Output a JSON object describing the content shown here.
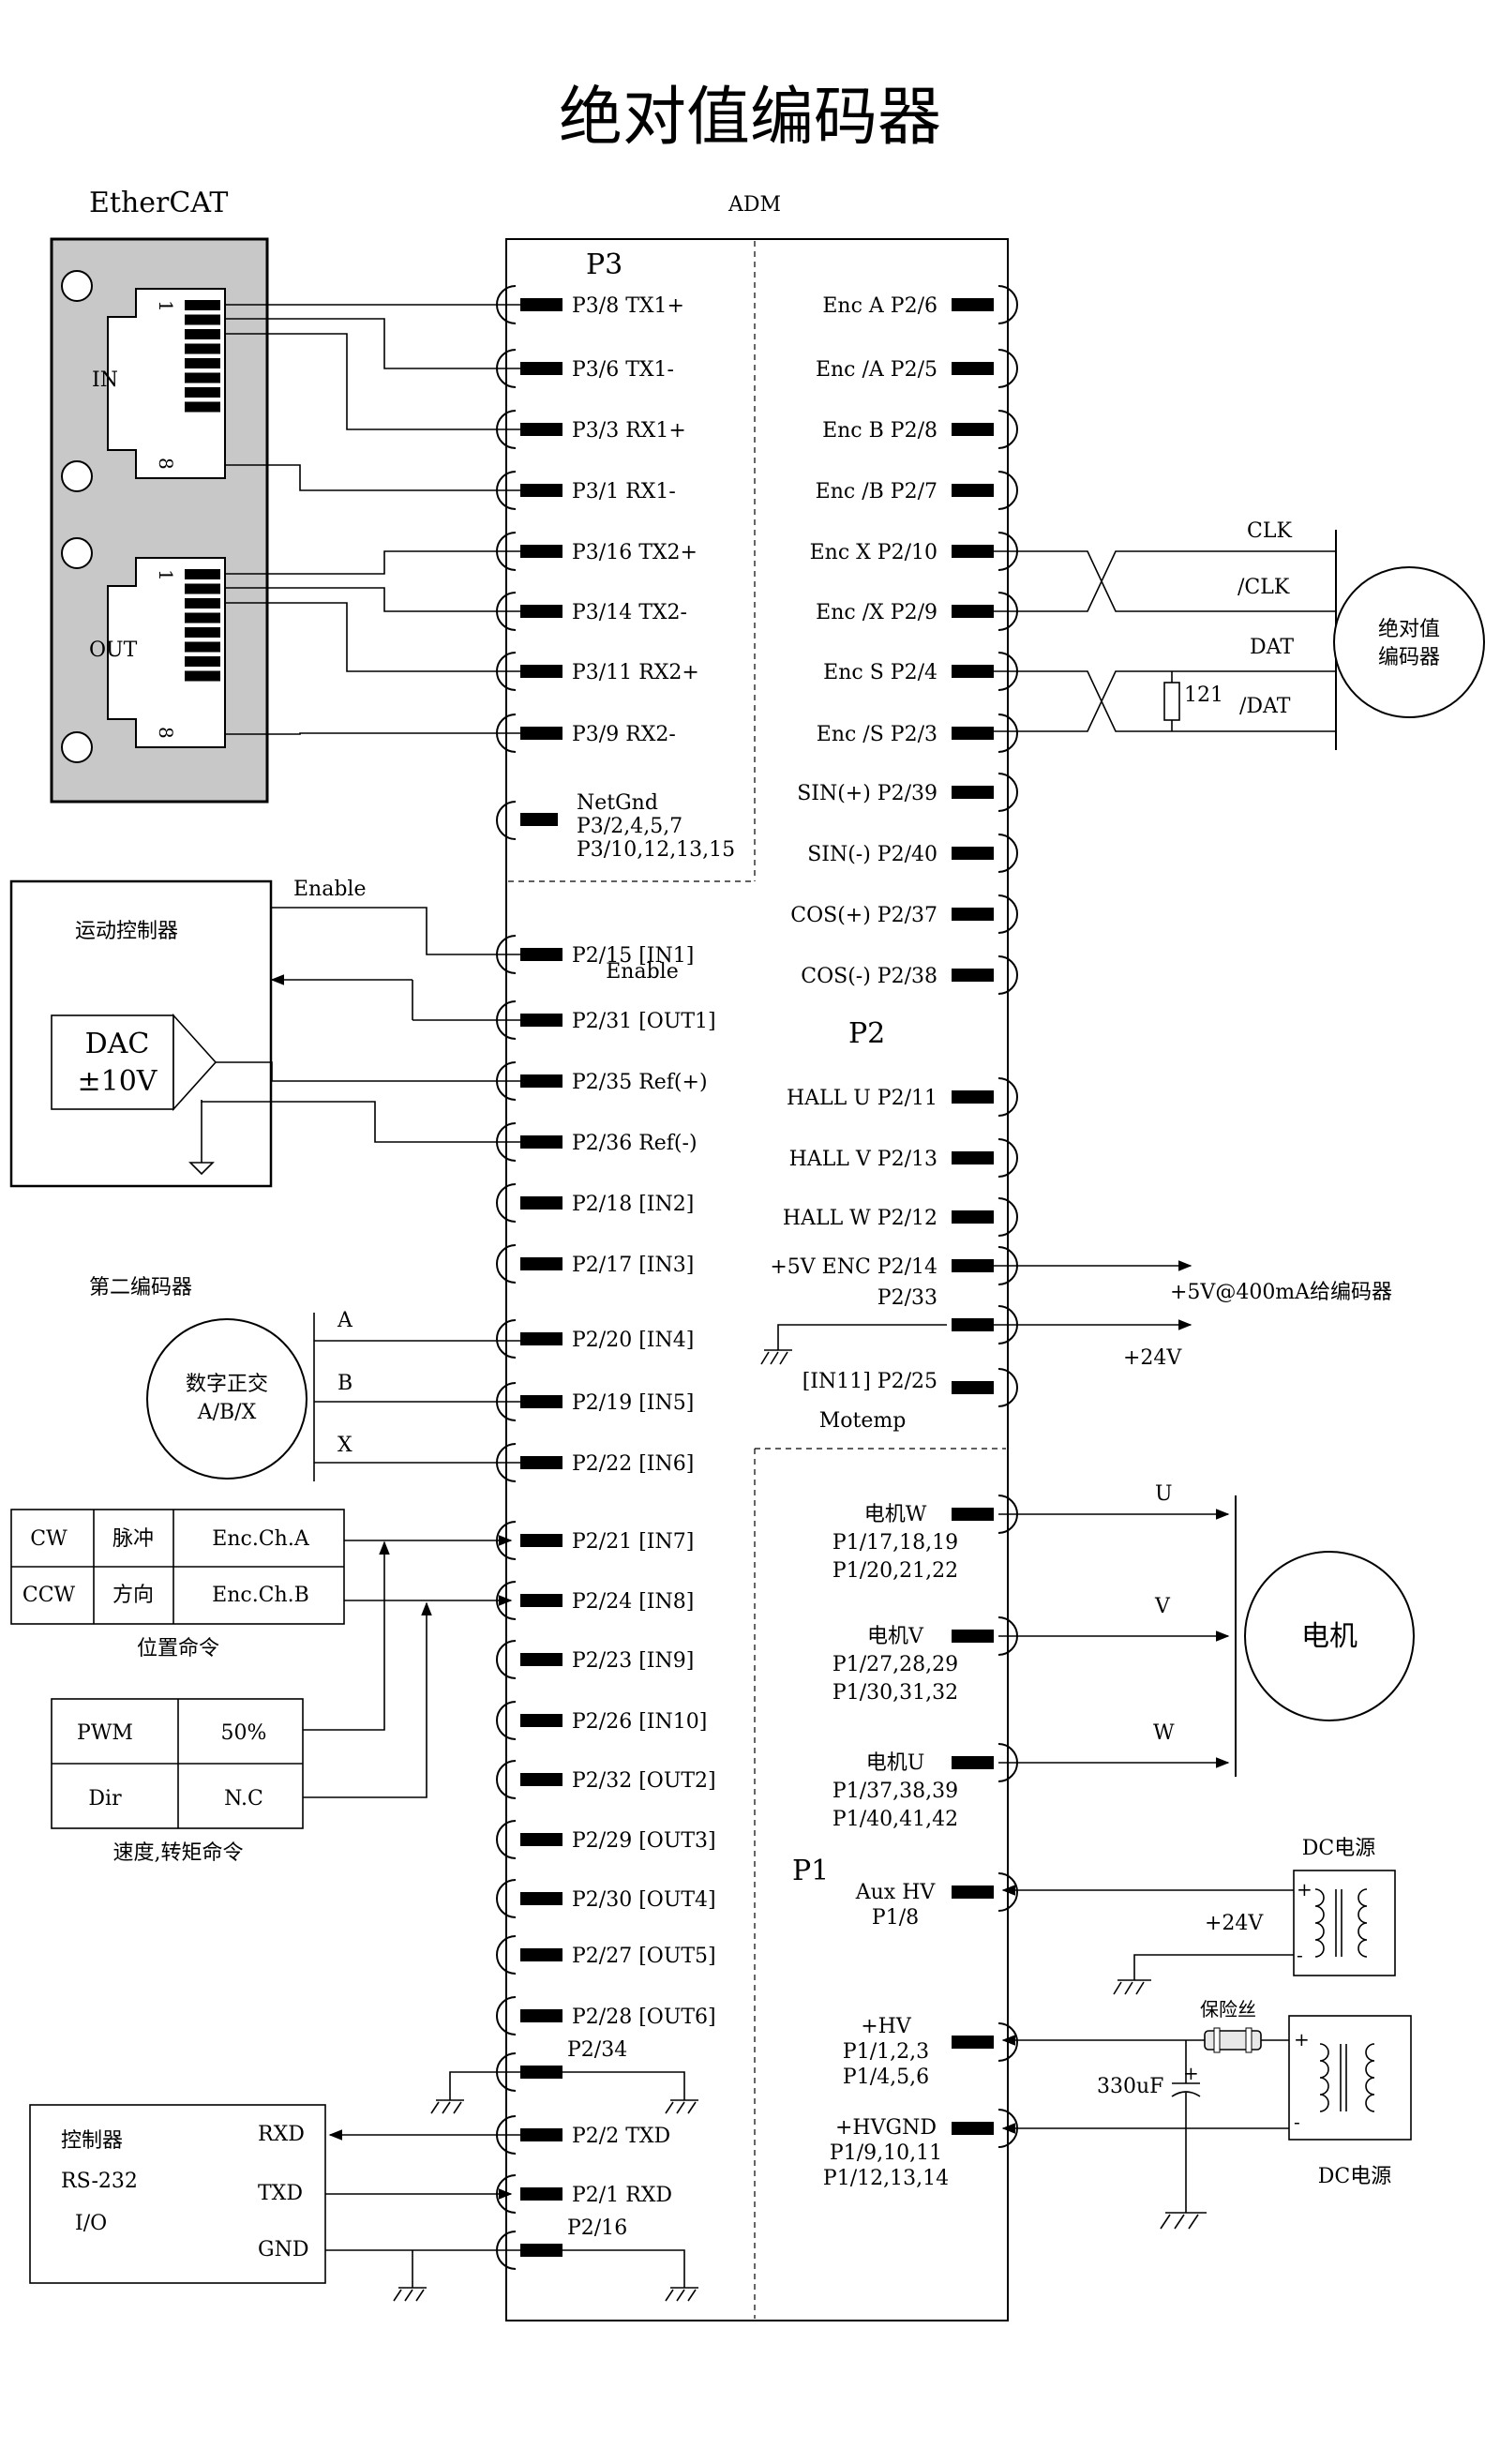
{
  "title": "绝对值编码器",
  "ethercat": {
    "label": "EtherCAT",
    "in_label": "IN",
    "out_label": "OUT",
    "pin_first": "1",
    "pin_last": "8"
  },
  "adm_label": "ADM",
  "sections": {
    "p3": "P3",
    "p2": "P2",
    "p1": "P1"
  },
  "left_pins": [
    "P3/8 TX1+",
    "P3/6 TX1-",
    "P3/3 RX1+",
    "P3/1 RX1-",
    "P3/16 TX2+",
    "P3/14 TX2-",
    "P3/11 RX2+",
    "P3/9 RX2-",
    "P2/15 [IN1]",
    "P2/31 [OUT1]",
    "P2/35 Ref(+)",
    "P2/36 Ref(-)",
    "P2/18 [IN2]",
    "P2/17 [IN3]",
    "P2/20 [IN4]",
    "P2/19 [IN5]",
    "P2/22 [IN6]",
    "P2/21 [IN7]",
    "P2/24 [IN8]",
    "P2/23 [IN9]",
    "P2/26 [IN10]",
    "P2/32 [OUT2]",
    "P2/29 [OUT3]",
    "P2/30 [OUT4]",
    "P2/27 [OUT5]",
    "P2/28 [OUT6]",
    "P2/34",
    "P2/2 TXD",
    "P2/1 RXD",
    "P2/16"
  ],
  "netgnd": [
    "NetGnd",
    "P3/2,4,5,7",
    "P3/10,12,13,15"
  ],
  "in1_sub": "Enable",
  "right_pins": [
    "Enc A P2/6",
    "Enc /A P2/5",
    "Enc B P2/8",
    "Enc /B P2/7",
    "Enc X P2/10",
    "Enc /X P2/9",
    "Enc S P2/4",
    "Enc /S P2/3",
    "SIN(+) P2/39",
    "SIN(-) P2/40",
    "COS(+) P2/37",
    "COS(-) P2/38",
    "HALL U P2/11",
    "HALL V P2/13",
    "HALL W P2/12",
    "+5V ENC P2/14",
    "P2/33",
    "[IN11] P2/25",
    "Motemp"
  ],
  "power_pins": {
    "w": [
      "电机W",
      "P1/17,18,19",
      "P1/20,21,22"
    ],
    "v": [
      "电机V",
      "P1/27,28,29",
      "P1/30,31,32"
    ],
    "u": [
      "电机U",
      "P1/37,38,39",
      "P1/40,41,42"
    ],
    "aux": [
      "Aux HV",
      "P1/8"
    ],
    "hv": [
      "+HV",
      "P1/1,2,3",
      "P1/4,5,6"
    ],
    "hvgnd": [
      "+HVGND",
      "P1/9,10,11",
      "P1/12,13,14"
    ]
  },
  "encoder": {
    "name_line1": "绝对值",
    "name_line2": "编码器",
    "clk": "CLK",
    "nclk": "/CLK",
    "dat": "DAT",
    "ndat": "/DAT",
    "resistor": "121"
  },
  "motion_controller": {
    "title": "运动控制器",
    "enable": "Enable",
    "dac1": "DAC",
    "dac2": "±10V"
  },
  "second_encoder": {
    "title": "第二编码器",
    "line1": "数字正交",
    "line2": "A/B/X",
    "a": "A",
    "b": "B",
    "x": "X"
  },
  "position_table": {
    "rows": [
      [
        "CW",
        "脉冲",
        "Enc.Ch.A"
      ],
      [
        "CCW",
        "方向",
        "Enc.Ch.B"
      ]
    ],
    "caption": "位置命令"
  },
  "speed_table": {
    "rows": [
      [
        "PWM",
        "50%"
      ],
      [
        "Dir",
        "N.C"
      ]
    ],
    "caption": "速度,转矩命令"
  },
  "supply_5v": "+5V@400mA给编码器",
  "supply_24v_a": "+24V",
  "motor": {
    "label": "电机",
    "u": "U",
    "v": "V",
    "w": "W"
  },
  "dc1": {
    "label": "DC电源",
    "plus": "+",
    "minus": "-",
    "v24": "+24V"
  },
  "dc2": {
    "label": "DC电源",
    "plus": "+",
    "minus": "-",
    "fuse": "保险丝",
    "cap": "330uF",
    "cap_plus": "+"
  },
  "rs232": {
    "line1": "控制器",
    "line2": "RS-232",
    "line3": "I/O",
    "rxd": "RXD",
    "txd": "TXD",
    "gnd": "GND"
  }
}
